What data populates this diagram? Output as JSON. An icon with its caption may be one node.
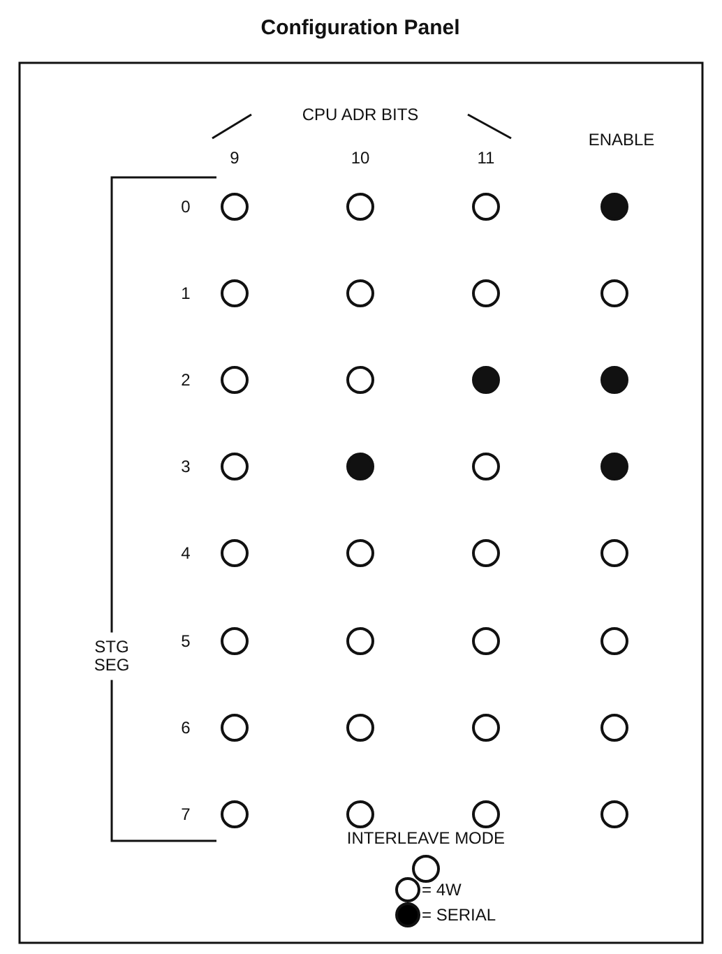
{
  "diagram": {
    "title": "Configuration Panel",
    "nodes": [
      {
        "text": [],
        "shape": "circle"
      },
      {
        "text": [],
        "shape": "circle"
      },
      {
        "text": [],
        "shape": "circle"
      },
      {
        "text": [],
        "shape": "dot"
      },
      {
        "text": [],
        "shape": "circle"
      },
      {
        "text": [],
        "shape": "circle"
      },
      {
        "text": [],
        "shape": "circle"
      },
      {
        "text": [],
        "shape": "circle"
      },
      {
        "text": [],
        "shape": "circle"
      },
      {
        "text": [],
        "shape": "circle"
      },
      {
        "text": [],
        "shape": "dot"
      },
      {
        "text": [],
        "shape": "dot"
      },
      {
        "text": [],
        "shape": "circle"
      },
      {
        "text": [],
        "shape": "dot"
      },
      {
        "text": [],
        "shape": "circle"
      },
      {
        "text": [],
        "shape": "dot"
      },
      {
        "text": [],
        "shape": "circle"
      },
      {
        "text": [],
        "shape": "circle"
      },
      {
        "text": [],
        "shape": "circle"
      },
      {
        "text": [],
        "shape": "circle"
      },
      {
        "text": [],
        "shape": "circle"
      },
      {
        "text": [],
        "shape": "circle"
      },
      {
        "text": [],
        "shape": "circle"
      },
      {
        "text": [],
        "shape": "circle"
      },
      {
        "text": [],
        "shape": "circle"
      },
      {
        "text": [],
        "shape": "circle"
      },
      {
        "text": [],
        "shape": "circle"
      },
      {
        "text": [],
        "shape": "circle"
      },
      {
        "text": [],
        "shape": "circle"
      },
      {
        "text": [],
        "shape": "circle"
      },
      {
        "text": [],
        "shape": "circle"
      },
      {
        "text": [],
        "shape": "circle"
      },
      {
        "text": [],
        "shape": "circle"
      }
    ],
    "labels": [
      "CPU ADR BITS",
      "9",
      "10",
      "11",
      "ENABLE",
      "0",
      "1",
      "2",
      "3",
      "4",
      "5",
      "6",
      "7",
      "STG SEG",
      "INTERLEAVE MODE"
    ],
    "legend": [
      {
        "text": "= 4W",
        "color": "#ffffff"
      },
      {
        "text": "= SERIAL",
        "color": "#000000"
      }
    ]
  }
}
